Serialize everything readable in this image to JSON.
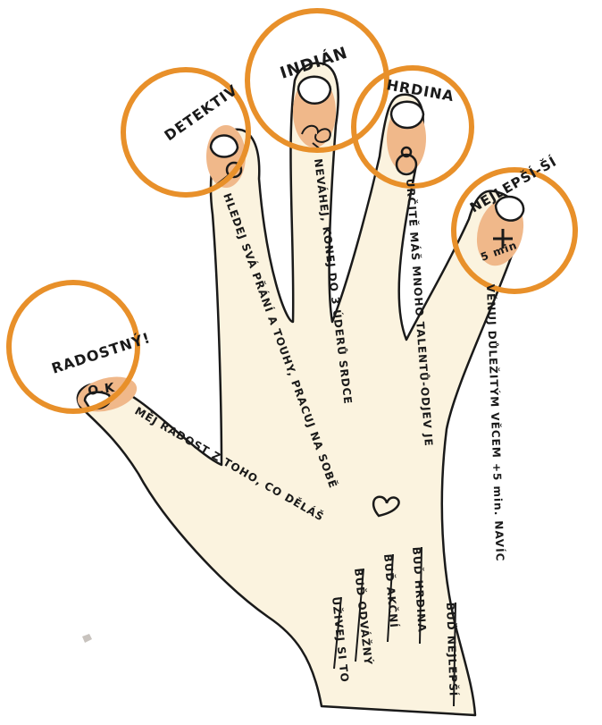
{
  "fingers": {
    "thumb": {
      "circle_label": "RADOSTNÝ!",
      "nail_label": "O.K",
      "text": "MĚJ RADOST Z TOHO, CO DĚLÁŠ",
      "outcome": "UŽIVEJ SI TO"
    },
    "index": {
      "circle_label": "DETEKTIV",
      "text": "HLEDEJ SVÁ PŘÁNÍ A TOUHY, PRACUJ NA SOBĚ",
      "outcome": "BUĎ ODVÁŽNÝ"
    },
    "middle": {
      "circle_label": "INDIÁN",
      "text": "NEVÁHEJ, KONEJ DO 3 ÚDERŮ SRDCE",
      "outcome": "BUĎ AKČNÍ"
    },
    "ring": {
      "circle_label": "HRDINA",
      "text": "URČITĚ MÁŠ MNOHO TALENTŮ-ODJEV JE",
      "outcome": "BUĎ HRDINA"
    },
    "little": {
      "circle_label": "NEJLEPŠÍ-ŠÍ",
      "nail_label": "5 min",
      "text": "VĚNUJ DŮLEŽITÝM VĚCEM +5 min. NAVÍC",
      "outcome": "BUĎ NEJLEPŠÍ"
    }
  },
  "colors": {
    "ring": "#e8902a",
    "skin": "#fbf3df",
    "nail_tint": "#f0b88a",
    "ink": "#1a1a1a"
  },
  "icons": [
    "magnifier-icon",
    "feather-icon",
    "ring-icon",
    "plus-icon",
    "heart-icon"
  ]
}
